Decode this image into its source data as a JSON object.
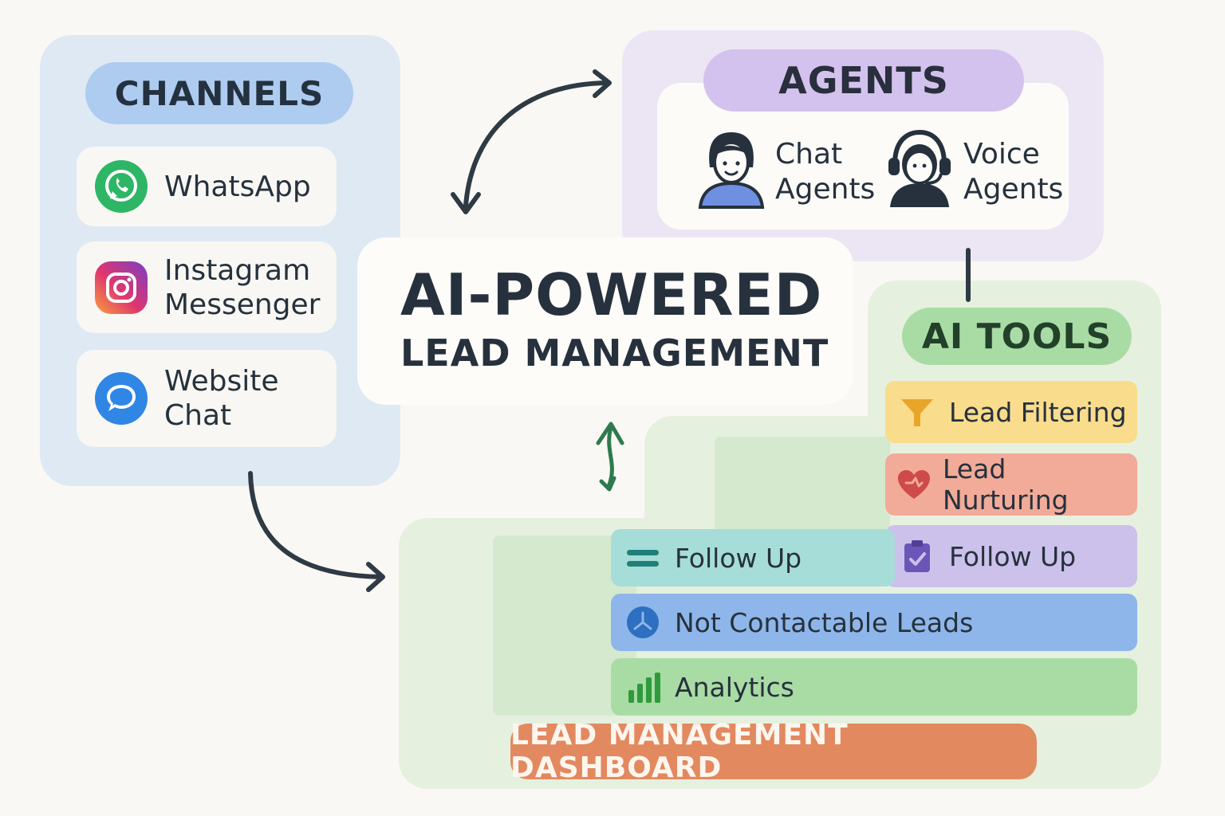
{
  "center": {
    "title": "AI-POWERED",
    "subtitle": "LEAD MANAGEMENT"
  },
  "channels": {
    "title": "CHANNELS",
    "items": [
      {
        "label_lines": [
          "WhatsApp"
        ],
        "icon": "whatsapp-icon",
        "color": "#25b15e"
      },
      {
        "label_lines": [
          "Instagram",
          "Messenger"
        ],
        "icon": "instagram-icon",
        "color": "#c53a8a"
      },
      {
        "label_lines": [
          "Website",
          "Chat"
        ],
        "icon": "chat-bubble-icon",
        "color": "#2f86e4"
      }
    ]
  },
  "agents": {
    "title": "AGENTS",
    "items": [
      {
        "label_lines": [
          "Chat",
          "Agents"
        ],
        "icon": "person-icon",
        "color": "#6f8fe0"
      },
      {
        "label_lines": [
          "Voice",
          "Agents"
        ],
        "icon": "headset-person-icon",
        "color": "#26313d"
      }
    ]
  },
  "ai_tools": {
    "title": "AI TOOLS",
    "items": [
      {
        "label": "Lead Filtering",
        "icon": "funnel-icon",
        "color": "#e8a52a"
      },
      {
        "label": "Lead Nurturing",
        "icon": "heart-icon",
        "color": "#cf4a4a"
      },
      {
        "label": "Follow Up",
        "icon": "clipboard-check-icon",
        "color": "#6b56b8"
      }
    ]
  },
  "dashboard": {
    "title": "LEAD MANAGEMENT DASHBOARD",
    "items": [
      {
        "label": "Follow Up",
        "icon": "equals-icon",
        "color": "#1f7f79"
      },
      {
        "label": "Not Contactable Leads",
        "icon": "clock-icon",
        "color": "#2d6fc0"
      },
      {
        "label": "Analytics",
        "icon": "bar-chart-icon",
        "color": "#2f9a3b"
      }
    ]
  }
}
